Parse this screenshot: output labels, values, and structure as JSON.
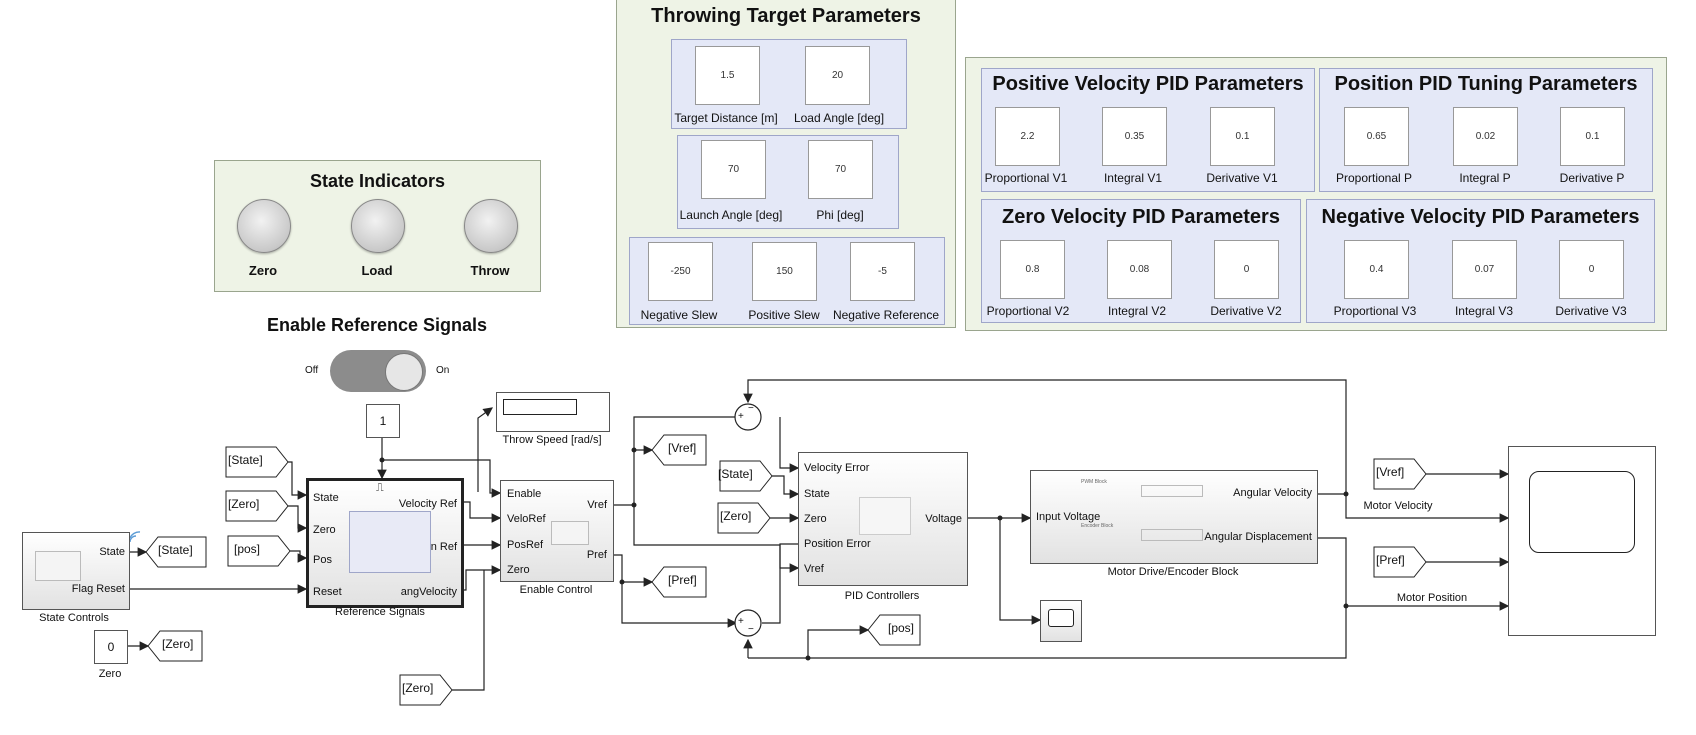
{
  "throwing_panel": {
    "title": "Throwing Target Parameters",
    "fields": [
      {
        "value": "1.5",
        "label": "Target Distance [m]"
      },
      {
        "value": "20",
        "label": "Load Angle [deg]"
      },
      {
        "value": "70",
        "label": "Launch Angle [deg]"
      },
      {
        "value": "70",
        "label": "Phi [deg]"
      },
      {
        "value": "-250",
        "label": "Negative Slew"
      },
      {
        "value": "150",
        "label": "Positive Slew"
      },
      {
        "value": "-5",
        "label": "Negative Reference"
      }
    ]
  },
  "pid_panels": {
    "positive": {
      "title": "Positive Velocity PID Parameters",
      "fields": [
        {
          "value": "2.2",
          "label": "Proportional V1"
        },
        {
          "value": "0.35",
          "label": "Integral V1"
        },
        {
          "value": "0.1",
          "label": "Derivative V1"
        }
      ]
    },
    "position": {
      "title": "Position PID Tuning Parameters",
      "fields": [
        {
          "value": "0.65",
          "label": "Proportional P"
        },
        {
          "value": "0.02",
          "label": "Integral P"
        },
        {
          "value": "0.1",
          "label": "Derivative P"
        }
      ]
    },
    "zero": {
      "title": "Zero Velocity PID Parameters",
      "fields": [
        {
          "value": "0.8",
          "label": "Proportional V2"
        },
        {
          "value": "0.08",
          "label": "Integral V2"
        },
        {
          "value": "0",
          "label": "Derivative V2"
        }
      ]
    },
    "negative": {
      "title": "Negative Velocity PID Parameters",
      "fields": [
        {
          "value": "0.4",
          "label": "Proportional V3"
        },
        {
          "value": "0.07",
          "label": "Integral V3"
        },
        {
          "value": "0",
          "label": "Derivative V3"
        }
      ]
    }
  },
  "state_indicators": {
    "title": "State Indicators",
    "lamps": [
      "Zero",
      "Load",
      "Throw"
    ]
  },
  "enable_ref": {
    "title": "Enable Reference Signals",
    "off": "Off",
    "on": "On"
  },
  "blocks": {
    "const_one": "1",
    "const_zero": "0",
    "const_zero_label": "Zero",
    "throw_speed_label": "Throw Speed [rad/s]",
    "state_controls": {
      "label": "State Controls",
      "ports": [
        "State",
        "Flag Reset"
      ]
    },
    "reference_signals": {
      "label": "Reference Signals",
      "in": [
        "State",
        "Zero",
        "Pos",
        "Reset"
      ],
      "out": [
        "Velocity Ref",
        "Position Ref",
        "angVelocity"
      ]
    },
    "enable_control": {
      "label": "Enable Control",
      "in": [
        "Enable",
        "VeloRef",
        "PosRef",
        "Zero"
      ],
      "out": [
        "Vref",
        "Pref"
      ]
    },
    "pid_controllers": {
      "label": "PID Controllers",
      "in": [
        "Velocity Error",
        "State",
        "Zero",
        "Position Error",
        "Vref"
      ],
      "out": [
        "Voltage"
      ]
    },
    "motor_drive": {
      "label": "Motor Drive/Encoder Block",
      "in": [
        "Input Voltage"
      ],
      "out": [
        "Angular Velocity",
        "Angular Displacement"
      ],
      "inner1": "PWM Block",
      "inner2": "Encoder Block"
    },
    "motor_velocity_label": "Motor Velocity",
    "motor_position_label": "Motor Position"
  },
  "tags": {
    "state_goto": "[State]",
    "zero_goto": "[Zero]",
    "state_from1": "[State]",
    "zero_from1": "[Zero]",
    "pos_from1": "[pos]",
    "zero_from2": "[Zero]",
    "vref_goto": "[Vref]",
    "pref_goto": "[Pref]",
    "state_from2": "[State]",
    "zero_from3": "[Zero]",
    "pos_goto": "[pos]",
    "vref_from": "[Vref]",
    "pref_from": "[Pref]"
  },
  "sum_signs": {
    "top_plus": "+",
    "top_minus": "−",
    "bot_plus": "+",
    "bot_minus": "−"
  },
  "colors": {
    "panel_bg": "#eef3e6",
    "subpanel_bg": "#e4e8f7",
    "wire": "#222222",
    "signal_icon": "#5b9bd5"
  }
}
